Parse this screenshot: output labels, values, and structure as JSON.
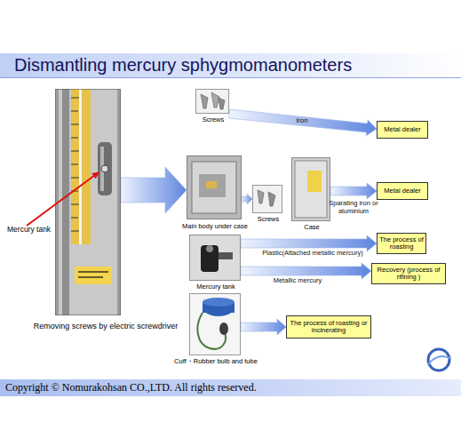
{
  "diagram": {
    "title": "Dismantling mercury sphygmomanometers",
    "nodes": [
      {
        "text": [
          "Removing screws by electric screwdriver"
        ]
      },
      {
        "text": [
          "Screws"
        ]
      },
      {
        "text": [
          "Metal dealer"
        ]
      },
      {
        "text": [
          "Main body under case"
        ]
      },
      {
        "text": [
          "Screws"
        ]
      },
      {
        "text": [
          "Case"
        ]
      },
      {
        "text": [
          "Metal dealer"
        ]
      },
      {
        "text": [
          "Mercury tank"
        ]
      },
      {
        "text": [
          "The process of roasting"
        ]
      },
      {
        "text": [
          "Recovery (process of rifining )"
        ]
      },
      {
        "text": [
          "Cuff・Rubber bulb and tube"
        ]
      },
      {
        "text": [
          "The process of roasting or incinerating"
        ]
      }
    ],
    "edges": [
      {
        "from": 0,
        "to": 3,
        "arrow": "to"
      },
      {
        "from": 1,
        "to": 2,
        "label": "Iron",
        "arrow": "to"
      },
      {
        "from": 3,
        "to": 4,
        "arrow": "to"
      },
      {
        "from": 5,
        "to": 6,
        "label": "Sparating iron or aluminium",
        "arrow": "to"
      },
      {
        "from": 7,
        "to": 8,
        "label": "Plastic(Attached metallic mercury)",
        "arrow": "to"
      },
      {
        "from": 7,
        "to": 9,
        "label": "Metallic mercury",
        "arrow": "to"
      },
      {
        "from": 10,
        "to": 11,
        "arrow": "to"
      }
    ],
    "labels": [
      "Mercury tank",
      "Copyright © Nomurakohsan CO.,LTD. All rights reserved."
    ]
  }
}
